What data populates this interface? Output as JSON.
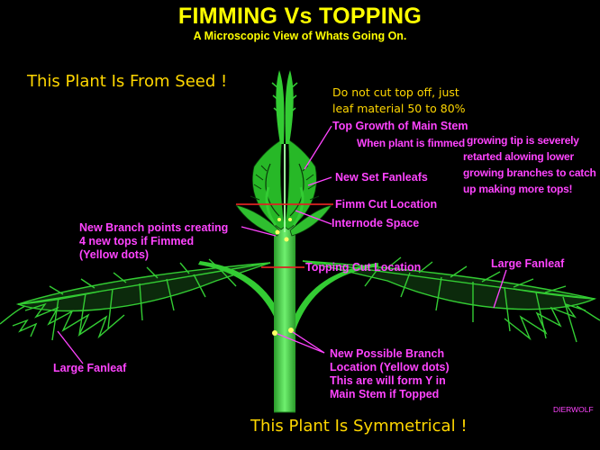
{
  "header": {
    "title": "FIMMING Vs TOPPING",
    "subtitle": "A Microscopic View of Whats Going On."
  },
  "notes": {
    "from_seed": "This Plant Is From Seed !",
    "symmetrical": "This Plant Is Symmetrical !",
    "cut_advice": [
      "Do not cut top off, just",
      "leaf material 50 to 80%"
    ],
    "fimmed_note": [
      "When plant is fimmed",
      "growing tip is severely",
      "retarted alowing lower",
      "growing branches to catch",
      "up making more tops!"
    ]
  },
  "labels": {
    "top_growth": "Top Growth of Main Stem",
    "new_fanleafs": "New Set Fanleafs",
    "fimm_cut": "Fimm Cut Location",
    "internode": "Internode Space",
    "new_branch_points": [
      "New Branch points creating",
      "4 new tops if Fimmed",
      "(Yellow dots)"
    ],
    "topping_cut": "Topping Cut Location",
    "large_fanleaf_right": "Large Fanleaf",
    "large_fanleaf_left": "Large Fanleaf",
    "possible_branch": [
      "New Possible Branch",
      "Location (Yellow dots)",
      "This are will form Y in",
      "Main Stem if Topped"
    ]
  },
  "credit": "DIERWOLF",
  "colors": {
    "background": "#000000",
    "title": "#ffff00",
    "note_text": "#ffd700",
    "label_text": "#ff44ff",
    "plant": "#33cc33",
    "cut_line": "#dd2222",
    "node_dot": "#ffff66"
  }
}
